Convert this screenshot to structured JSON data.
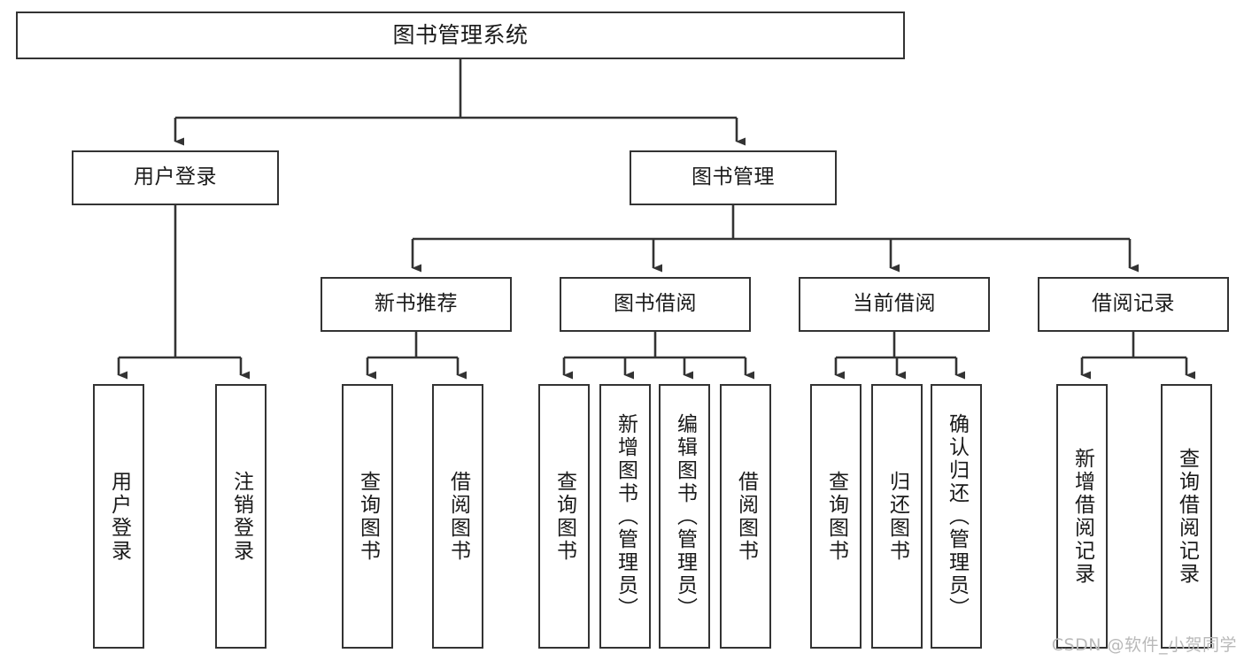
{
  "diagram": {
    "title": "图书管理系统",
    "type": "tree",
    "watermark": "CSDN @软件_小贺同学",
    "colors": {
      "box_border": "#333333",
      "box_fill": "#ffffff",
      "edge": "#333333",
      "text": "#1a1a1a",
      "watermark": "#b9b9b9"
    },
    "nodes": {
      "root": {
        "label": "图书管理系统"
      },
      "level1": [
        {
          "label": "用户登录"
        },
        {
          "label": "图书管理"
        }
      ],
      "level2": [
        {
          "label": "新书推荐"
        },
        {
          "label": "图书借阅"
        },
        {
          "label": "当前借阅"
        },
        {
          "label": "借阅记录"
        }
      ],
      "leaves": {
        "user_login": [
          {
            "label": "用户登录"
          },
          {
            "label": "注销登录"
          }
        ],
        "new_book_recommend": [
          {
            "label": "查询图书"
          },
          {
            "label": "借阅图书"
          }
        ],
        "book_borrow": [
          {
            "label": "查询图书"
          },
          {
            "label": "新增图书（管理员）"
          },
          {
            "label": "编辑图书（管理员）"
          },
          {
            "label": "借阅图书"
          }
        ],
        "current_borrow": [
          {
            "label": "查询图书"
          },
          {
            "label": "归还图书"
          },
          {
            "label": "确认归还（管理员）"
          }
        ],
        "borrow_record": [
          {
            "label": "新增借阅记录"
          },
          {
            "label": "查询借阅记录"
          }
        ]
      }
    }
  }
}
